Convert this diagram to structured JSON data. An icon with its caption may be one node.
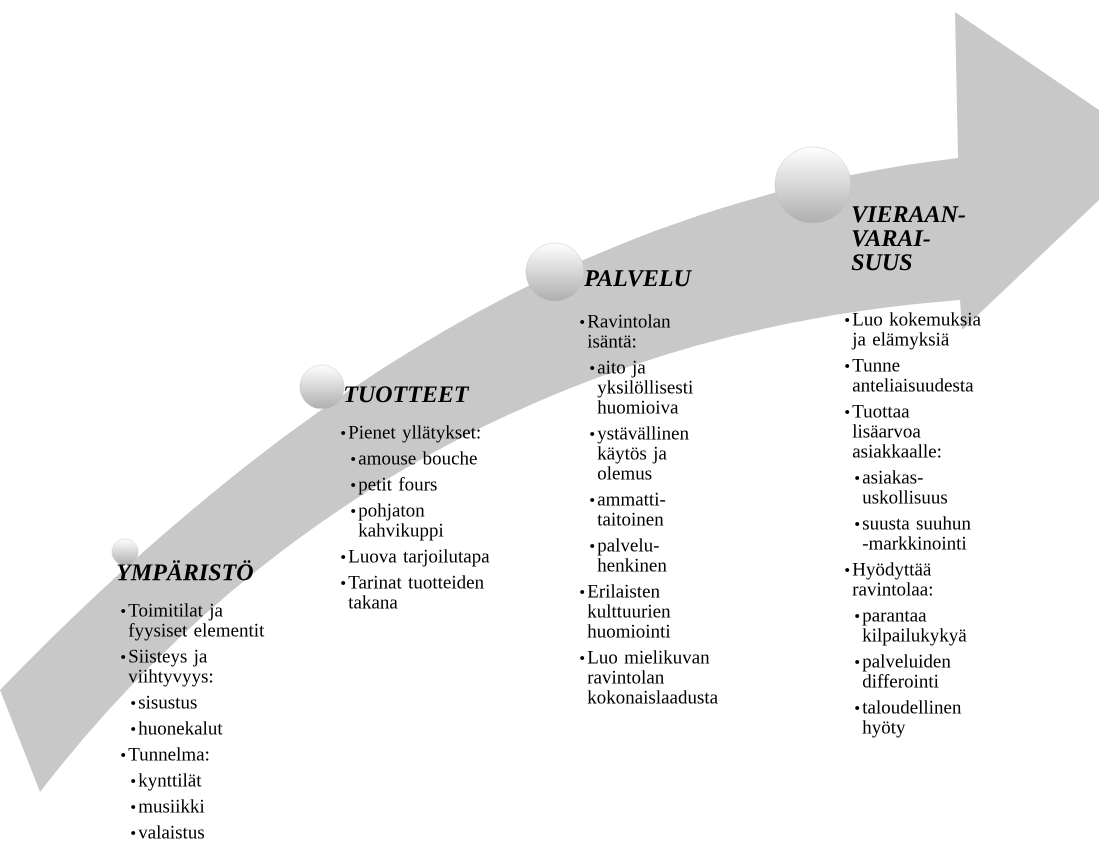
{
  "diagram": {
    "nodes": [
      {
        "text": [
          "YMPÄRISTÖ",
          "Toimitilat ja fyysiset elementit",
          "Siisteys ja viihtyvyys:",
          "sisustus",
          "huonekalut",
          "Tunnelma:",
          "kynttilät",
          "musiikki",
          "valaistus"
        ]
      },
      {
        "text": [
          "TUOTTEET",
          "Pienet yllätykset:",
          "amouse bouche",
          "petit fours",
          "pohjaton kahvikuppi",
          "Luova tarjoilutapa",
          "Tarinat tuotteiden takana"
        ]
      },
      {
        "text": [
          "PALVELU",
          "Ravintolan isäntä:",
          "aito ja yksilöllisesti huomioiva",
          "ystävällinen käytös ja olemus",
          "ammatti-taitoinen",
          "palvelu-henkinen",
          "Erilaisten kulttuurien huomiointi",
          "Luo mielikuvan ravintolan kokonaislaadusta"
        ]
      },
      {
        "text": [
          "VIERAAN-VARAI-SUUS",
          "Luo kokemuksia ja elämyksiä",
          "Tunne anteliaisuudesta",
          "Tuottaa lisäarvoa asiakkaalle:",
          "asiakas-uskollisuus",
          "suusta suuhun -markkinointi",
          "Hyödyttää ravintolaa:",
          "parantaa kilpailukykyä",
          "palveluiden differointi",
          "taloudellinen hyöty"
        ]
      }
    ]
  }
}
